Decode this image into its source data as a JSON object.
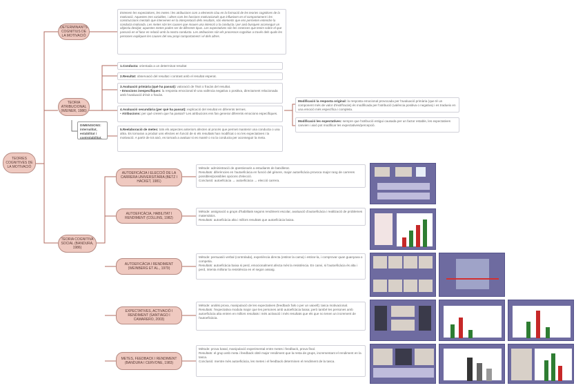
{
  "root": {
    "label": "TEORIES COGNITIVES DE LA MOTIVACIÓ"
  },
  "branches": {
    "determinants": {
      "label": "DETERMINANTS COGNITIUS DE LA MOTIVACIÓ",
      "text": "Entenem les expectatives, les metes i les atribucions com a elements clau en la formació de les teories cognitives de la motivació. Aquestes tres variables, i altres com les funcions motivacionals que influeixen en el comportament i les construccions mentals que intervenen en la interpretació dels resultats, són elements que ens permeten entendre la conducta motivada. Les metes són les causes que mouen una intenció a la conducta i per això busquen aconseguir un objectiu desitjat; aquestes metes poden ser de diferents tipus. Les expectatives són les creences que tenim sobre el que passarà en el futur en relació amb la nostra conducta. Les atribucions són els processos cognitius a través dels quals les persones expliquen les causes del seu propi comportament i el dels altres."
    },
    "atribucional": {
      "label": "TEORIA ATRIBUCIONAL (WEINER, 1986)",
      "dimensions": "DIMENSIONS: internalitat, estabilitat i controlabilitat.",
      "steps": [
        {
          "title": "1.Conducta:",
          "text": " orientada a un determinat resultat"
        },
        {
          "title": "2.Resultat:",
          "text": " observació del resultat i contrast amb el resultat esperat."
        },
        {
          "title": "3.Avaluació primària (què ha passat):",
          "text": " valoració de l'èxit o fracàs del resultat.",
          "sub_title": "Emocions inespecífiques:",
          "sub_text": " la resposta emocional té una valència negativa o positiva, directament relacionada amb l'avaluació d'èxit o fracàs."
        },
        {
          "title": "4.Avaluació secundària (per què ha passat):",
          "text": " explicació del resultat en diferents termes.",
          "sub_title": "Atribucions:",
          "sub_text": " per què creiem que ha passat? Les atribucions ens fan generar diferents emocions específiques."
        },
        {
          "title": "5.Reelaboració de metes:",
          "text": " tots els aspectes anteriors afecten al procés que permet mantenir una conducta o una altra. Es tornaran a produir uns efectes en funció de si els resultats han modificat o no les expectatives i la motivació. A partir de tot això, es tornarà a avaluar si es manté o no la conducta per aconseguir la meta."
        }
      ],
      "notes": [
        {
          "title": "Modificació la resposta original:",
          "text": " la resposta emocional provocada per l'avaluació primària (que té un component més de valor d'èxit/fracàs) és modificada per l'atribució (valència positiva o negativa) i es tradueix en una emoció més específica i completa."
        },
        {
          "title": "Modificació les expectatives:",
          "text": " sempre que l'atribució estigui causada per un factor estable, les expectatives canvien i això pot modificar les expectatives/percepció."
        }
      ]
    },
    "social": {
      "label": "TEORIA COGNITIVA SOCIAL (BANDURA, 1986)",
      "studies": [
        {
          "label": "AUTOEFICÀCIA I ELECCIÓ DE LA CARRERA UNIVERSITÀRIA (BETZ I HACKET, 1981)",
          "text": "Mètode: administració de qüestionaris a estudiants de batxillerat.\nResultats: diferències en l'autoeficàcia en funció del gènere, major autoeficàcia provoca major rang de carreres possibles/possibles opcions d'elecció.\nConclusió: autoeficàcia → autoeficàcia → elecció carrera."
        },
        {
          "label": "AUTOEFICÀCIA, HABILITAT I RENDIMENT (COLLINS, 1982)",
          "text": "Mètode: assignació a grups d'habilitats segons rendiment escolar, avaluació d'autoeficàcia i realització de problemes matemàtics.\nResultats: autoeficàcia alta i millors resultats que autoeficàcia baixa."
        },
        {
          "label": "AUTOEFICÀCIA I RENDIMENT (WEINBERG ET AL., 1979)",
          "text": "Mètode: persuasió verbal (controlada), experiència directa (estirar la cama) i estirar-la, i comprovar quan guanyava o competia.\nResultats: autoeficàcia baixa si perd, emocionalment afecta més la resistència. En canvi, si l'autoeficàcia és alta i perd, intenta millorar la resistència en el segon assaig."
        },
        {
          "label": "EXPECTATIVES, ACTIVACIÓ I RENDIMENT (SANTIAGO I CAMARERO, 2003)",
          "text": "Mètode: anàlisi prova, manipulació de les expectatives (feedback fals o per un vaixell); tasca motivacional.\nResultats: l'expectativa modula major que les persones amb autoeficàcia baixa; però també les persones amb autoeficàcia alta entren en millors resultats i més activació i més resultats que els que no tenen un increment de l'autoeficàcia."
        },
        {
          "label": "METES, FEEDBACK I RENDIMENT (BANDURA I CERVONE, 1983)",
          "text": "Mètode: prova basal, manipulació experimental entre metes i feedback, prova final.\nResultats: el grup amb meta i feedback obté major rendiment que la resta de grups, incrementant el rendiment en la tasca.\nConclusió: mentre més autoeficàcia, les metes i el feedback determinen el rendiment de la tasca."
        }
      ]
    }
  },
  "colors": {
    "node_fill": "#efc9c0",
    "node_border": "#b58a82",
    "line": "#b06a5e",
    "thumb": "#6e6ba0"
  }
}
